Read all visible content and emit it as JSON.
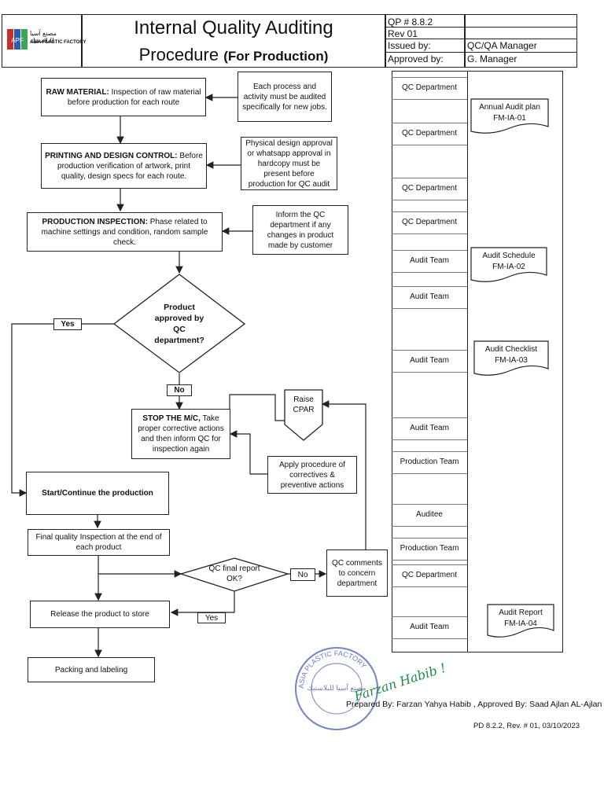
{
  "header": {
    "logo_ar": "مصنع آسيا للبلاستيك",
    "logo_en": "ASIA PLASTIC FACTORY",
    "logo_mark": "APF",
    "title_line1": "Internal Quality Auditing",
    "title_line2": "Procedure",
    "title_suffix": "(For Production)",
    "qp": "QP # 8.8.2",
    "rev": "Rev 01",
    "issued_by_label": "Issued by:",
    "issued_by_value": "QC/QA Manager",
    "approved_by_label": "Approved by:",
    "approved_by_value": "G. Manager"
  },
  "flow": {
    "raw_material_bold": "RAW MATERIAL:",
    "raw_material_text": " Inspection of raw material before production for each route",
    "note_process": "Each process and activity must be audited specifically for new jobs.",
    "printing_bold": "PRINTING AND DESIGN CONTROL:",
    "printing_text": " Before production verification of artwork, print quality, design specs for each route.",
    "note_physical": "Physical design approval or whatsapp approval in hardcopy must be present before production for QC audit",
    "production_bold": "PRODUCTION INSPECTION:",
    "production_text": " Phase related to machine settings and condition, random sample check.",
    "note_inform": "Inform the QC department if any changes in product made by customer",
    "decision_approved": "Product approved by QC department?",
    "yes_label": "Yes",
    "no_label": "No",
    "raise_cpar": "Raise CPAR",
    "stop_bold": "STOP THE M/C,",
    "stop_text": " Take proper corrective actions and then inform QC for inspection again",
    "apply_procedure": "Apply procedure of correctives & preventive actions",
    "start_continue": "Start/Continue the production",
    "final_inspection": "Final quality Inspection at the end of each product",
    "decision_final": "QC final report OK?",
    "no_label2": "No",
    "qc_comments": "QC comments to concern department",
    "release": "Release the product to store",
    "yes_label2": "Yes",
    "packing": "Packing and labeling"
  },
  "responsibility": [
    "QC Department",
    "QC Department",
    "QC Department",
    "QC Department",
    "Audit Team",
    "Audit Team",
    "Audit Team",
    "Audit Team",
    "Production Team",
    "Auditee",
    "Production Team",
    "QC Department",
    "Audit Team"
  ],
  "documents": [
    {
      "name": "Annual Audit plan",
      "code": "FM-IA-01"
    },
    {
      "name": "Audit Schedule",
      "code": "FM-IA-02"
    },
    {
      "name": "Audit Checklist",
      "code": "FM-IA-03"
    },
    {
      "name": "Audit Report",
      "code": "FM-IA-04"
    }
  ],
  "footer": {
    "signature": "Farzan Habib !",
    "prepared": "Prepared By: Farzan Yahya Habib , Approved By: Saad Ajlan AL-Ajlan",
    "doc_ref": "PD 8.2.2, Rev. # 01, 03/10/2023",
    "stamp_ar": "مصنع آسيا للبلاستيك",
    "stamp_en": "ASIA PLASTIC FACTORY"
  },
  "colors": {
    "line": "#222222",
    "stamp": "#3a4fb0",
    "signature": "#1f8a4a",
    "logo_red": "#c9302c",
    "logo_blue": "#2a5db0"
  }
}
